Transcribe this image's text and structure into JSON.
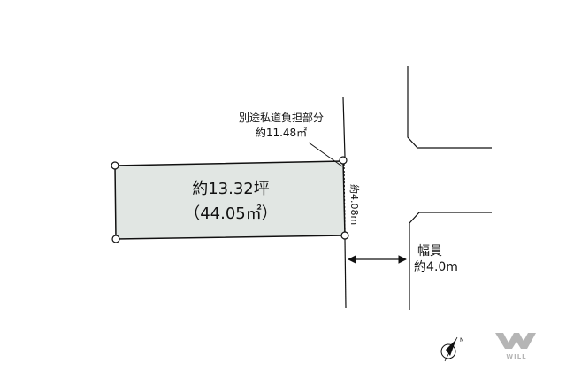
{
  "lot": {
    "area_tsubo": "約13.32坪",
    "area_m2": "（44.05㎡）",
    "fill_color": "#e1e6e3"
  },
  "private_road": {
    "label_line1": "別途私道負担部分",
    "label_line2": "約11.48㎡"
  },
  "frontage": {
    "label": "約4.08m"
  },
  "road_width": {
    "label_title": "幅員",
    "label_value": "約4.0m"
  },
  "compass": {
    "icon": "north-arrow-icon",
    "label": "N"
  },
  "logo": {
    "text": "WILL",
    "color": "#b5b5b5"
  }
}
